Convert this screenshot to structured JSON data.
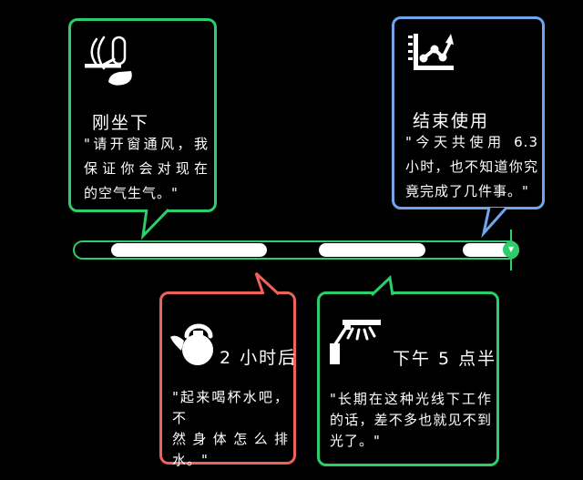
{
  "colors": {
    "background": "#000000",
    "green_accent": "#2BCE6B",
    "blue_accent": "#6FA7EF",
    "red_accent": "#EF6257",
    "text": "#FFFFFF"
  },
  "bubbles": {
    "sit_down": {
      "icon": "person-at-desk-icon",
      "title": "刚坐下",
      "lines": [
        "\"请开窗通风，我",
        "保证你会对现在",
        "的空气生气。\""
      ]
    },
    "finish": {
      "icon": "line-chart-icon",
      "title": "结束使用",
      "lines": [
        "\"今天共使用 6.3",
        "小时，也不知道你究",
        "竟完成了几件事。\""
      ]
    },
    "water": {
      "icon": "teapot-icon",
      "title": "2 小时后",
      "lines": [
        "\"起来喝杯水吧，不",
        "然身体怎么排水。\""
      ]
    },
    "light": {
      "icon": "desk-lamp-icon",
      "title": "下午 5 点半",
      "lines": [
        "\"长期在这种光线下工作",
        "的话，差不多也就见不到",
        "光了。\""
      ]
    }
  },
  "timeline": {
    "segments_count": 3,
    "marker_glyph": "▼"
  }
}
